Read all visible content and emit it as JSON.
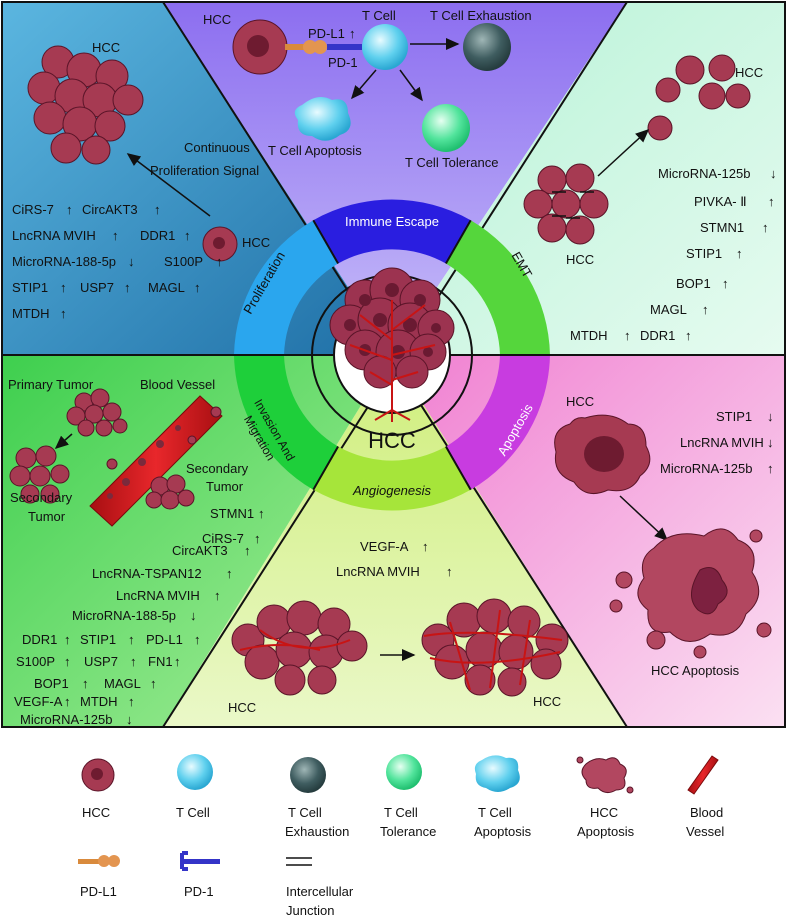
{
  "center": {
    "label": "HCC"
  },
  "ring": {
    "immune_escape": "Immune Escape",
    "emt": "EMT",
    "apoptosis": "Apoptosis",
    "angiogenesis": "Angiogenesis",
    "invasion_line1": "Invasion And",
    "invasion_line2": "Migration",
    "proliferation": "Proliferation"
  },
  "immune_panel": {
    "hcc": "HCC",
    "pdl1": "PD-L1",
    "pd1": "PD-1",
    "tcell": "T Cell",
    "exhaustion": "T Cell Exhaustion",
    "tcell_apoptosis": "T Cell Apoptosis",
    "tolerance": "T Cell Tolerance"
  },
  "proliferation_panel": {
    "hcc_top": "HCC",
    "signal_line1": "Continuous",
    "signal_line2": "Proliferation Signal",
    "hcc_small": "HCC",
    "markers": [
      "CiRS-7",
      "CircAKT3",
      "LncRNA MVIH",
      "DDR1",
      "MicroRNA-188-5p",
      "S100P",
      "STIP1",
      "USP7",
      "MAGL",
      "MTDH"
    ]
  },
  "emt_panel": {
    "hcc_right": "HCC",
    "hcc_left": "HCC",
    "markers": [
      "MicroRNA-125b",
      "PIVKA- Ⅱ",
      "STMN1",
      "STIP1",
      "BOP1",
      "MAGL",
      "MTDH",
      "DDR1"
    ]
  },
  "apoptosis_panel": {
    "hcc": "HCC",
    "caption": "HCC Apoptosis",
    "markers": [
      "STIP1",
      "LncRNA MVIH",
      "MicroRNA-125b"
    ]
  },
  "angio_panel": {
    "hcc_left": "HCC",
    "hcc_right": "HCC",
    "markers": [
      "VEGF-A",
      "LncRNA MVIH"
    ]
  },
  "invasion_panel": {
    "primary": "Primary Tumor",
    "vessel": "Blood Vessel",
    "secondary_right1": "Secondary",
    "secondary_right2": "Tumor",
    "secondary_left1": "Secondary",
    "secondary_left2": "Tumor",
    "markers": [
      "STMN1",
      "CiRS-7",
      "CircAKT3",
      "LncRNA-TSPAN12",
      "LncRNA MVIH",
      "MicroRNA-188-5p",
      "DDR1",
      "STIP1",
      "PD-L1",
      "S100P",
      "USP7",
      "FN1",
      "BOP1",
      "MAGL",
      "VEGF-A",
      "MTDH",
      "MicroRNA-125b"
    ]
  },
  "legend": {
    "hcc": "HCC",
    "tcell": "T Cell",
    "exhaustion1": "T Cell",
    "exhaustion2": "Exhaustion",
    "tolerance1": "T Cell",
    "tolerance2": "Tolerance",
    "tapop1": "T Cell",
    "tapop2": "Apoptosis",
    "hccapop1": "HCC",
    "hccapop2": "Apoptosis",
    "vessel1": "Blood",
    "vessel2": "Vessel",
    "pdl1": "PD-L1",
    "pd1": "PD-1",
    "junction1": "Intercellular",
    "junction2": "Junction"
  },
  "colors": {
    "hcc_cell": "#a63a52",
    "hcc_dark": "#6e1b30",
    "tcell": "#5ad0ec",
    "exhaustion": "#3d5a5c",
    "tolerance": "#4fe39a",
    "vessel": "#d41d1d",
    "pd1": "#3434c8",
    "pdl1": "#d98a3c"
  }
}
